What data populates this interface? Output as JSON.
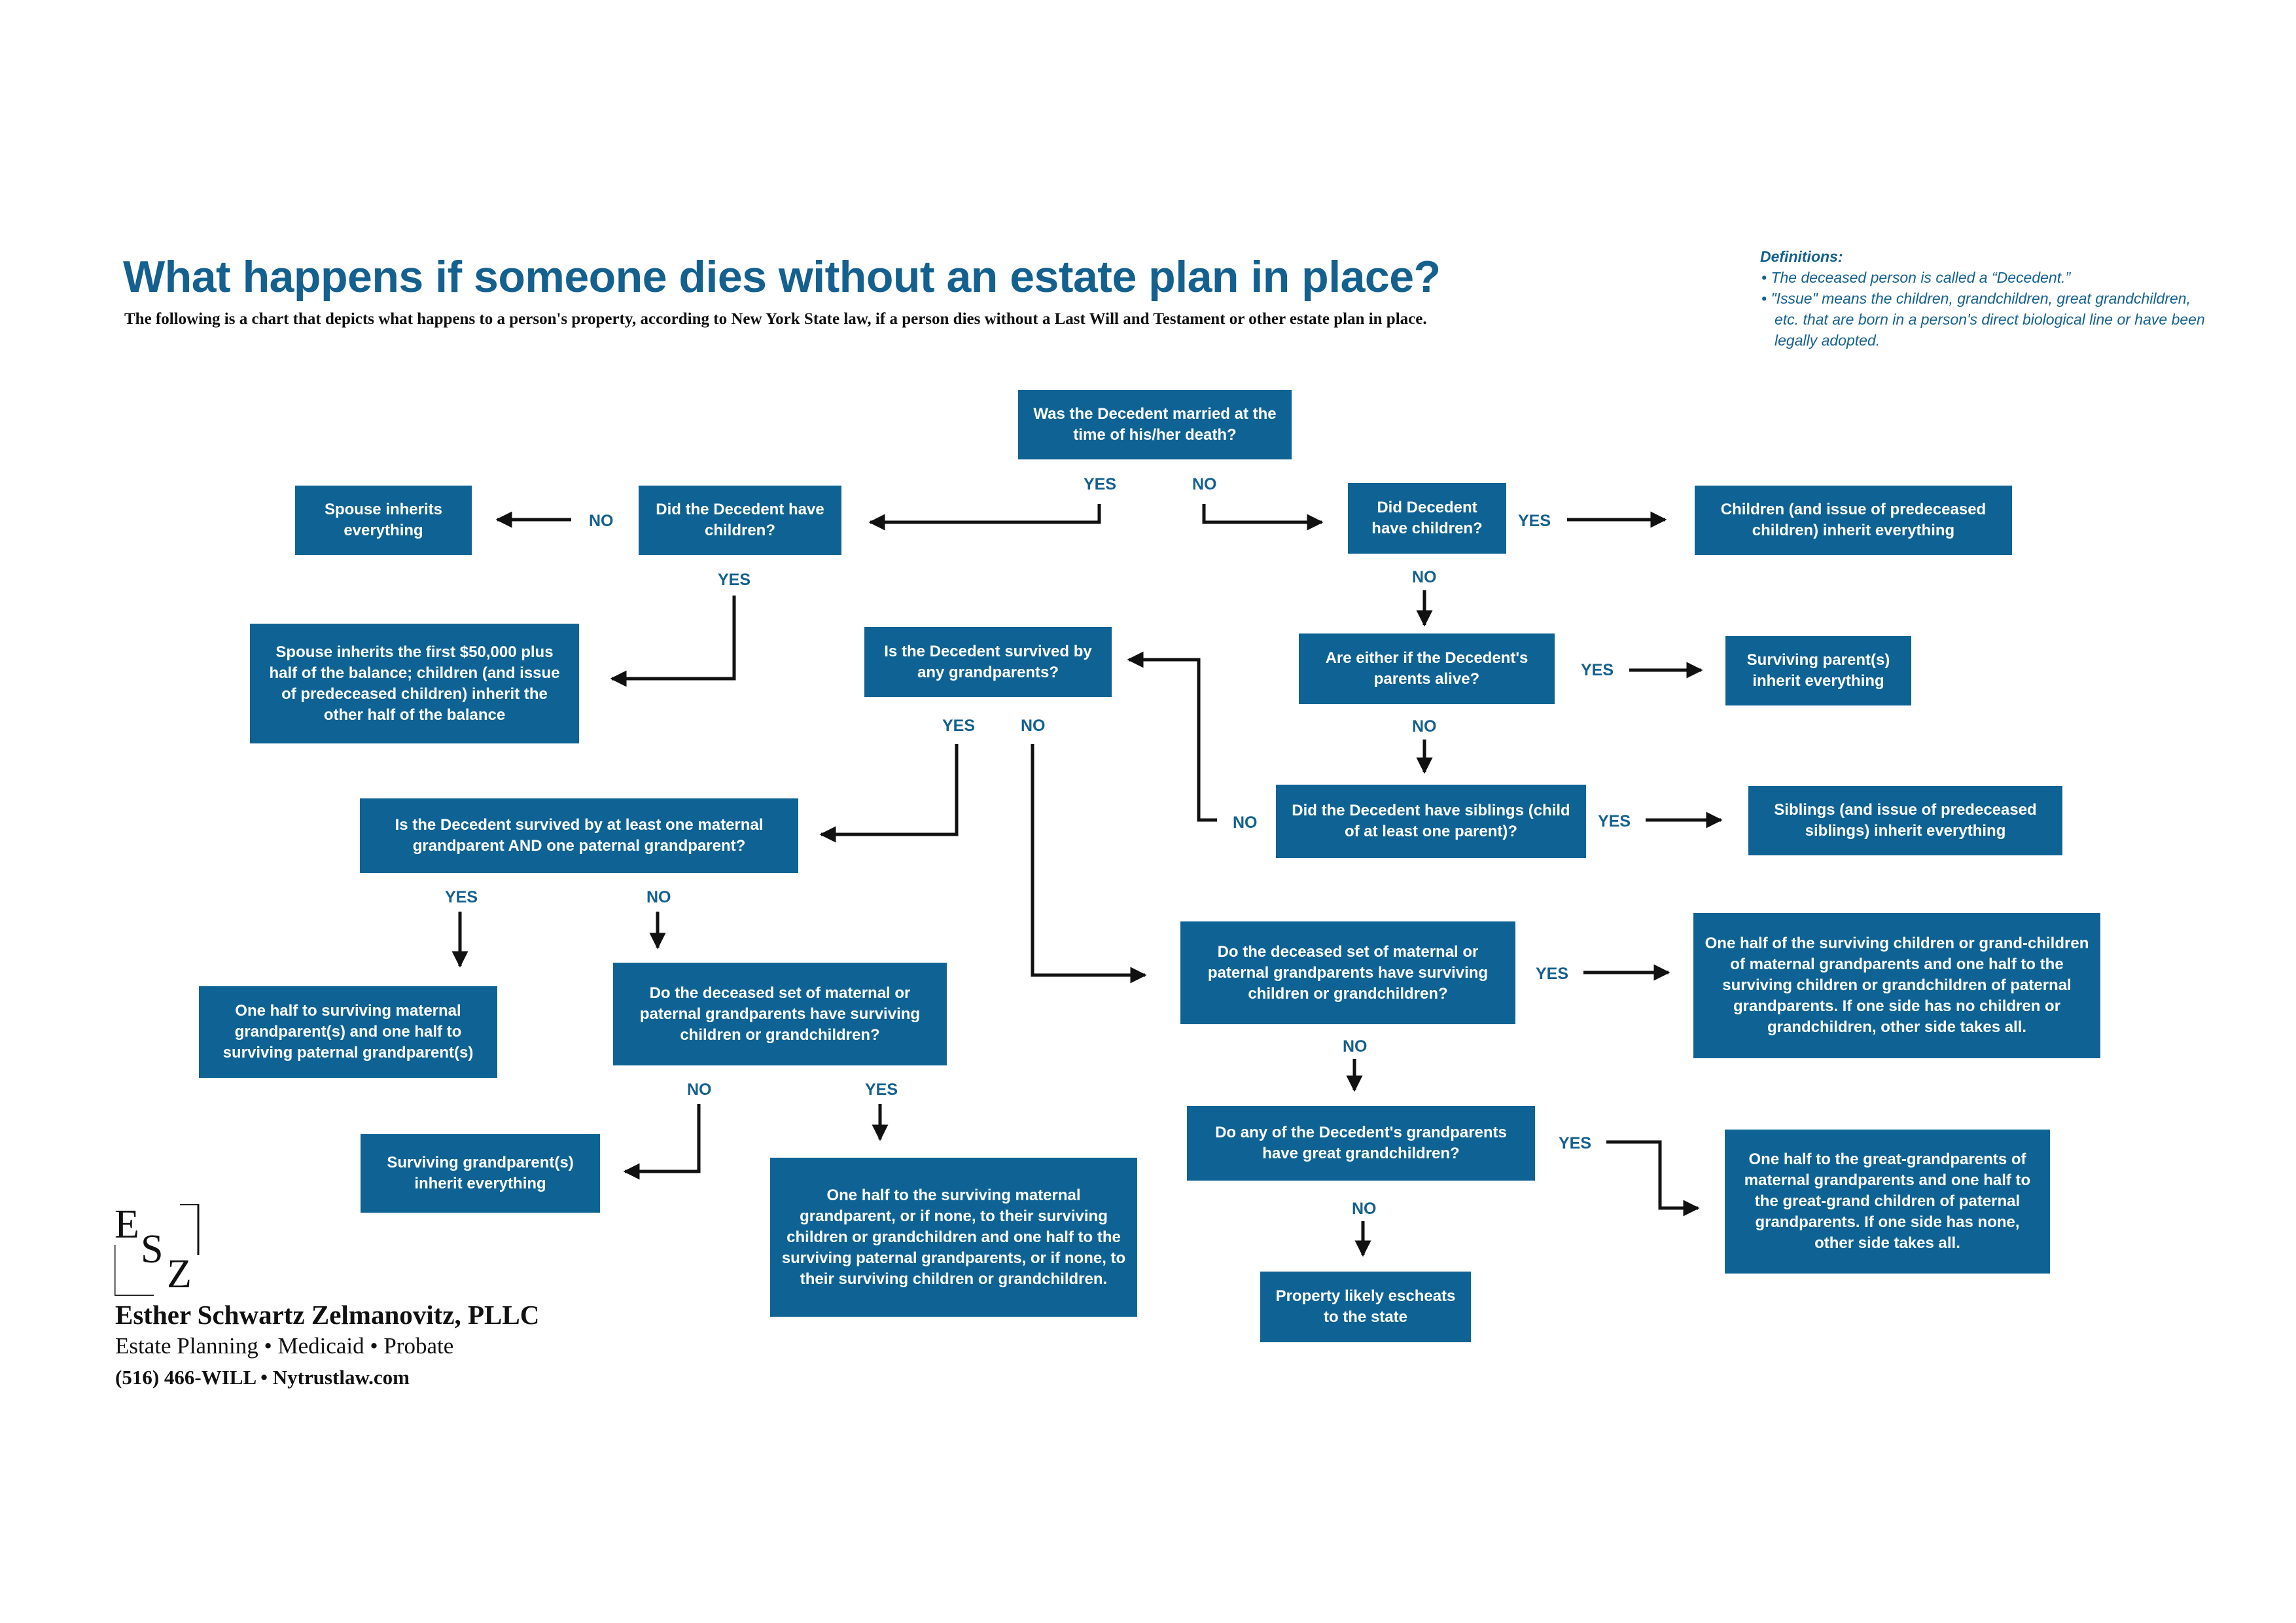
{
  "header": {
    "title": "What happens if someone dies without an estate plan in place?",
    "subtitle": "The following is a chart that depicts what happens to a person's property, according to New York State law, if a person dies without a Last Will and Testament or other estate plan in place."
  },
  "definitions": {
    "heading": "Definitions:",
    "items": [
      "• The deceased person is called a “Decedent.”",
      "• \"Issue\" means the children, grandchildren, great grandchildren, etc. that are born in a person's direct biological line or have been legally adopted."
    ]
  },
  "flowchart": {
    "nodes": {
      "q_married": "Was the Decedent married at the time of his/her death?",
      "q_married_children": "Did the Decedent have children?",
      "r_spouse_all": "Spouse inherits everything",
      "r_spouse_split": "Spouse inherits the first $50,000 plus half of the balance; children (and issue of predeceased children) inherit the other half of the balance",
      "q_children": "Did Decedent have children?",
      "r_children_all": "Children (and issue of predeceased children) inherit everything",
      "q_parents": "Are either if the Decedent's parents alive?",
      "r_parents": "Surviving parent(s) inherit everything",
      "q_siblings": "Did the Decedent have siblings (child of at least one parent)?",
      "r_siblings": "Siblings (and issue of predeceased siblings) inherit everything",
      "q_grandparents": "Is the Decedent survived by any grandparents?",
      "q_both_gp": "Is the Decedent survived by at least one maternal grandparent AND one paternal grandparent?",
      "r_half_gp": "One half to surviving maternal grandparent(s) and one half to surviving paternal grandparent(s)",
      "q_deceased_set_left": "Do the deceased set of maternal or paternal grandparents have surviving children or grandchildren?",
      "r_surviving_gp": "Surviving grandparent(s) inherit everything",
      "r_half_maternal": "One half to the surviving maternal grandparent, or if none, to their surviving children or grandchildren and one half to the surviving paternal grandparents, or if none, to their surviving children or grandchildren.",
      "q_deceased_set_right": "Do the deceased set of maternal or paternal grandparents have surviving children or grandchildren?",
      "r_half_children": "One half of the surviving children or grand-children of maternal grandparents and one half to the surviving children or grandchildren of paternal grandparents. If one side has no children or grandchildren, other side takes all.",
      "q_great_gc": "Do any of the Decedent's grandparents have great grandchildren?",
      "r_great_half": "One half to the great-grandparents of maternal grandparents and one half to the great-grand children of paternal grandparents. If one side has none, other side takes all.",
      "r_escheat": "Property likely escheats to the state"
    },
    "labels": {
      "yes": "YES",
      "no": "NO"
    }
  },
  "firm": {
    "logo_letters": [
      "E",
      "S",
      "Z"
    ],
    "name": "Esther Schwartz Zelmanovitz, PLLC",
    "tagline": "Estate Planning • Medicaid • Probate",
    "contact": "(516) 466-WILL • Nytrustlaw.com"
  },
  "colors": {
    "box": "#0f6394",
    "title": "#14608f",
    "arrow": "#111111"
  }
}
